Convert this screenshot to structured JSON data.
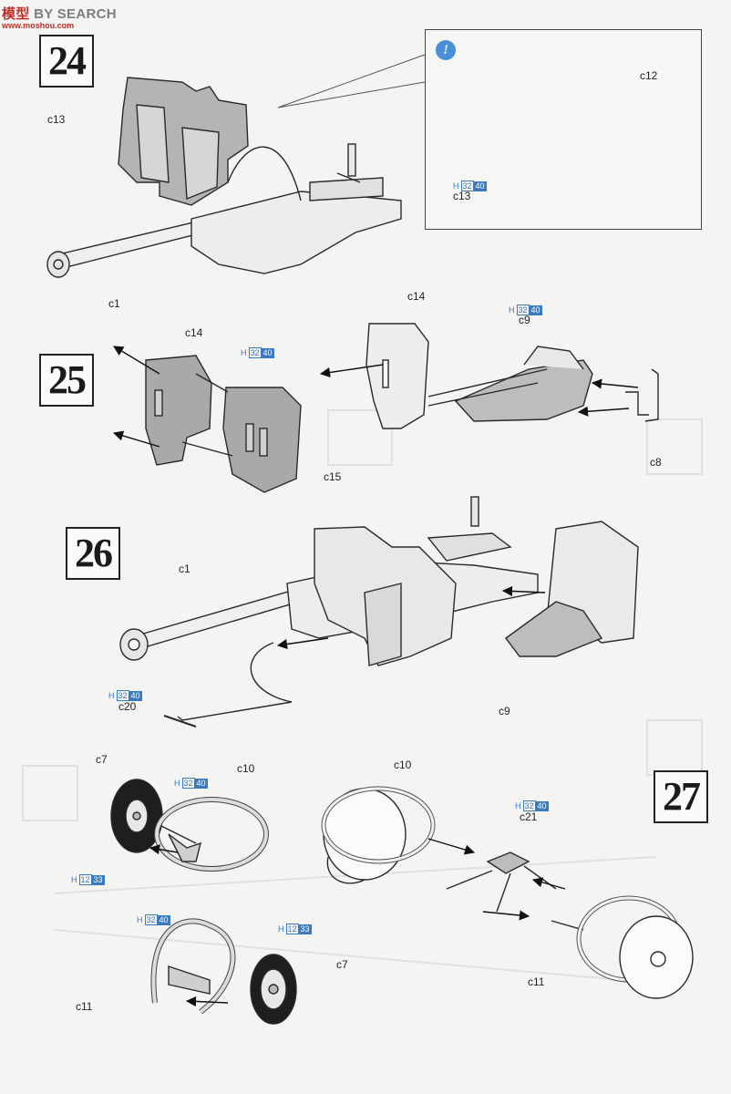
{
  "watermark": {
    "logo": "模型",
    "text": "BY SEARCH",
    "sub": "www.moshou.com"
  },
  "steps": [
    "24",
    "25",
    "26",
    "27"
  ],
  "labels": {
    "c13_main": "c13",
    "c1_24": "c1",
    "c12": "c12",
    "c13_inset": "c13",
    "c14_left": "c14",
    "c15": "c15",
    "c14_right": "c14",
    "c9_25": "c9",
    "c8": "c8",
    "c1_26": "c1",
    "c20": "c20",
    "c9_26": "c9",
    "c7_left": "c7",
    "c10_left": "c10",
    "c11_left": "c11",
    "c7_bottom": "c7",
    "c10_right": "c10",
    "c21": "c21",
    "c11_right": "c11"
  },
  "badges": {
    "h": "H",
    "b_32_40": [
      "32",
      "40"
    ],
    "b_12_33": [
      "12",
      "33"
    ]
  },
  "icons": {
    "info": "info-icon"
  },
  "colors": {
    "part_fill": "#a9a9a9",
    "outline": "#2a2a2a",
    "badge": "#3a7abf",
    "info": "#4a90d9"
  }
}
